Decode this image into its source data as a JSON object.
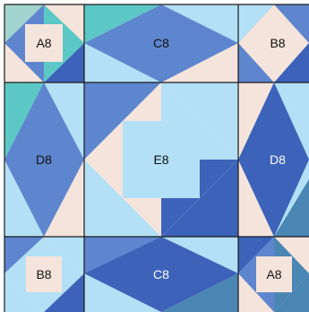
{
  "colors": {
    "cream": "#f5e4dc",
    "light_blue": "#b3e0f7",
    "medium_blue": "#5e86cf",
    "dark_blue": "#3c63b9",
    "teal": "#5cc8c6",
    "steel_teal": "#4a86b4",
    "border": "#1a1a1a"
  },
  "blocks": {
    "a8_top": "A8",
    "c8_top": "C8",
    "b8_top": "B8",
    "d8_left": "D8",
    "e8_center": "E8",
    "d8_right": "D8",
    "b8_bottom": "B8",
    "c8_bottom": "C8",
    "a8_bottom": "A8"
  }
}
